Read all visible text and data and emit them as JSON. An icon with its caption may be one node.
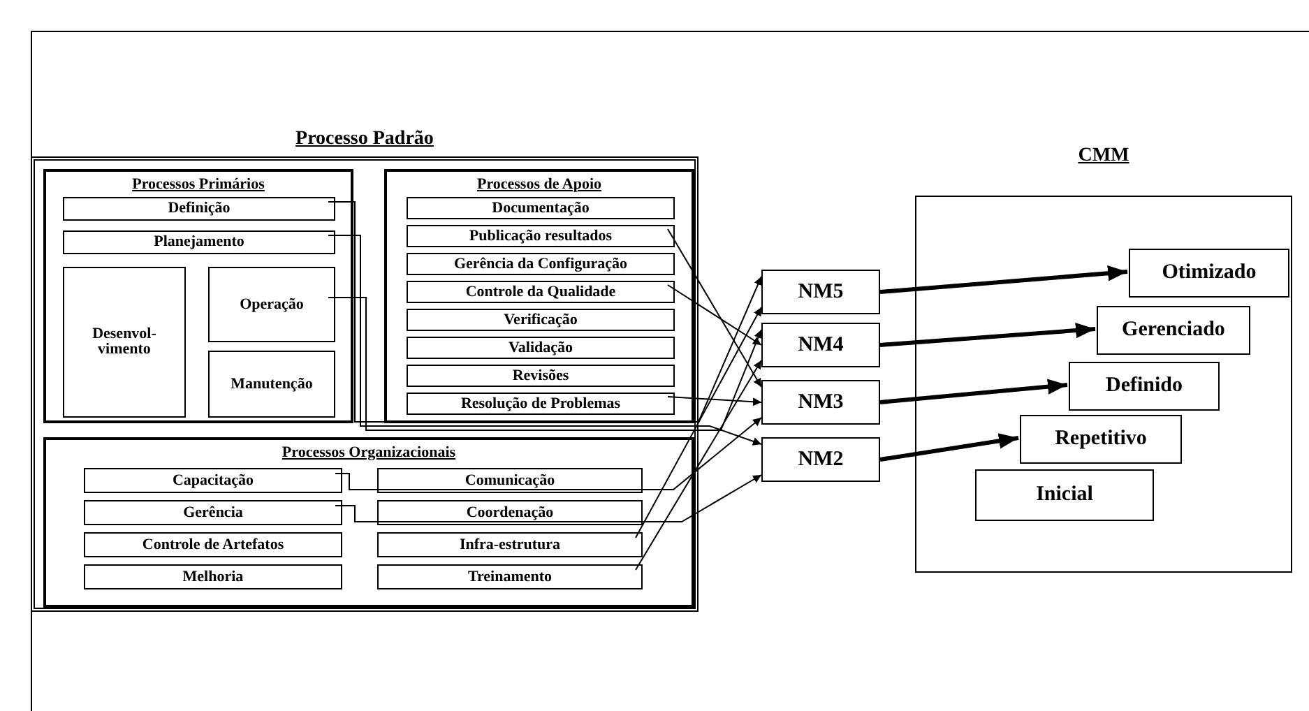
{
  "diagram": {
    "nodes": [
      {
        "text": [
          "Processo Padrão"
        ]
      },
      {
        "text": [
          "Processos Primários"
        ],
        "in": 0
      },
      {
        "text": [
          "Definição"
        ],
        "in": 1
      },
      {
        "text": [
          "Planejamento"
        ],
        "in": 1
      },
      {
        "text": [
          "Desenvol- vimento"
        ],
        "in": 1
      },
      {
        "text": [
          "Operação"
        ],
        "in": 1
      },
      {
        "text": [
          "Manutenção"
        ],
        "in": 1
      },
      {
        "text": [
          "Processos de Apoio"
        ],
        "in": 0
      },
      {
        "text": [
          "Documentação"
        ],
        "in": 7
      },
      {
        "text": [
          "Publicação resultados"
        ],
        "in": 7
      },
      {
        "text": [
          "Gerência da Configuração"
        ],
        "in": 7
      },
      {
        "text": [
          "Controle da Qualidade"
        ],
        "in": 7
      },
      {
        "text": [
          "Verificação"
        ],
        "in": 7
      },
      {
        "text": [
          "Validação"
        ],
        "in": 7
      },
      {
        "text": [
          "Revisões"
        ],
        "in": 7
      },
      {
        "text": [
          "Resolução de Problemas"
        ],
        "in": 7
      },
      {
        "text": [
          "Processos Organizacionais"
        ],
        "in": 0
      },
      {
        "text": [
          "Capacitação"
        ],
        "in": 16
      },
      {
        "text": [
          "Comunicação"
        ],
        "in": 16
      },
      {
        "text": [
          "Gerência"
        ],
        "in": 16
      },
      {
        "text": [
          "Coordenação"
        ],
        "in": 16
      },
      {
        "text": [
          "Controle de Artefatos"
        ],
        "in": 16
      },
      {
        "text": [
          "Infra-estrutura"
        ],
        "in": 16
      },
      {
        "text": [
          "Melhoria"
        ],
        "in": 16
      },
      {
        "text": [
          "Treinamento"
        ],
        "in": 16
      },
      {
        "text": [
          "CMM"
        ]
      },
      {
        "text": [
          "NM5"
        ]
      },
      {
        "text": [
          "NM4"
        ]
      },
      {
        "text": [
          "NM3"
        ]
      },
      {
        "text": [
          "NM2"
        ]
      },
      {
        "text": [
          "Otimizado"
        ],
        "in": 25
      },
      {
        "text": [
          "Gerenciado"
        ],
        "in": 25
      },
      {
        "text": [
          "Definido"
        ],
        "in": 25
      },
      {
        "text": [
          "Repetitivo"
        ],
        "in": 25
      },
      {
        "text": [
          "Inicial"
        ],
        "in": 25
      }
    ],
    "edges": [
      {
        "from": 2,
        "to": 26,
        "arrow": "to"
      },
      {
        "from": 3,
        "to": 29,
        "arrow": "to"
      },
      {
        "from": 5,
        "to": 27,
        "arrow": "to"
      },
      {
        "from": 9,
        "to": 28,
        "arrow": "to"
      },
      {
        "from": 11,
        "to": 27,
        "arrow": "to"
      },
      {
        "from": 15,
        "to": 28,
        "arrow": "to"
      },
      {
        "from": 17,
        "to": 28,
        "arrow": "to"
      },
      {
        "from": 19,
        "to": 29,
        "arrow": "to"
      },
      {
        "from": 22,
        "to": 26,
        "arrow": "to"
      },
      {
        "from": 24,
        "to": 27,
        "arrow": "to"
      },
      {
        "from": 26,
        "to": 30,
        "arrow": "to",
        "style": "thick"
      },
      {
        "from": 27,
        "to": 31,
        "arrow": "to",
        "style": "thick"
      },
      {
        "from": 28,
        "to": 32,
        "arrow": "to",
        "style": "thick"
      },
      {
        "from": 29,
        "to": 33,
        "arrow": "to",
        "style": "thick"
      }
    ]
  }
}
